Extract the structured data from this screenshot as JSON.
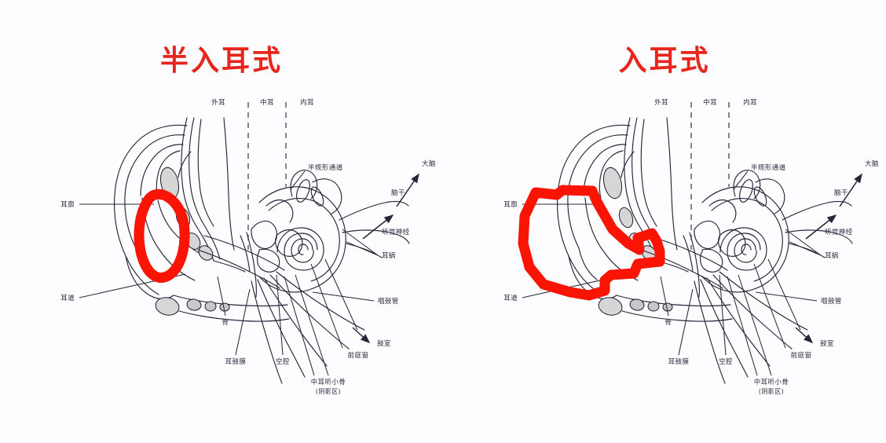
{
  "page": {
    "background_color": "#fdfdff",
    "annotation_color": "#fa1404",
    "title_color": "#e8251b",
    "line_color": "#25253a"
  },
  "panels": [
    {
      "id": "half-in-ear",
      "title": "半入耳式",
      "annotation_shape": "oval",
      "annotation_name": "red-oval-highlight-concha",
      "labels": {
        "region_outer": "外耳",
        "region_middle": "中耳",
        "region_inner": "内耳",
        "auricle": "耳廓",
        "ear_canal": "耳道",
        "semicircular_canals": "半规形通道",
        "brain": "大脑",
        "brainstem": "脑干",
        "auditory_nerve": "听觉神经",
        "cochlea": "耳蜗",
        "eustachian_tube": "咽鼓管",
        "bone": "骨",
        "eardrum": "耳鼓膜",
        "cavity": "空腔",
        "ossicles_line1": "中耳听小骨",
        "ossicles_line2": "(阴影区)",
        "oval_window": "前庭窗",
        "tympanic_cavity": "鼓室"
      }
    },
    {
      "id": "in-ear",
      "title": "入耳式",
      "annotation_shape": "polygon",
      "annotation_name": "red-polygon-highlight-canal",
      "labels": {
        "region_outer": "外耳",
        "region_middle": "中耳",
        "region_inner": "内耳",
        "auricle": "耳廓",
        "ear_canal": "耳道",
        "semicircular_canals": "半规形通道",
        "brain": "大脑",
        "brainstem": "脑干",
        "auditory_nerve": "听觉神经",
        "cochlea": "耳蜗",
        "eustachian_tube": "咽鼓管",
        "bone": "骨",
        "eardrum": "耳鼓膜",
        "cavity": "空腔",
        "ossicles_line1": "中耳听小骨",
        "ossicles_line2": "(阴影区)",
        "oval_window": "前庭窗",
        "tympanic_cavity": "鼓室"
      }
    }
  ]
}
